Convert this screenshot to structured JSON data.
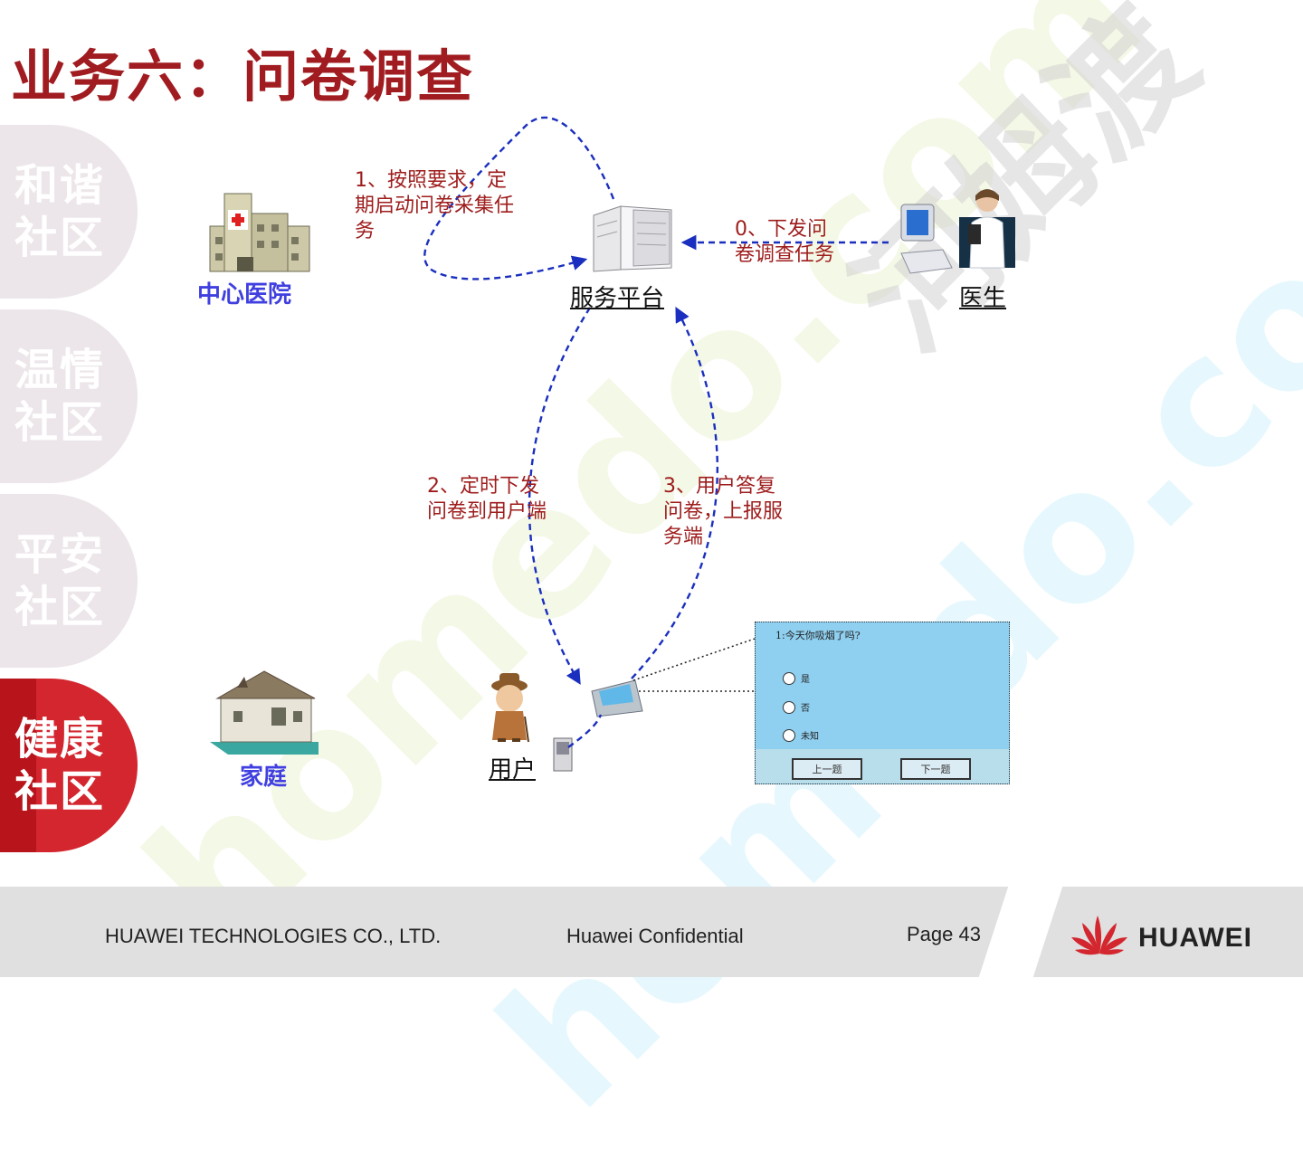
{
  "slide": {
    "title": "业务六：问卷调查",
    "page": "Page 43"
  },
  "sidebar": {
    "items": [
      {
        "label": "和谐\n社区",
        "active": false
      },
      {
        "label": "温情\n社区",
        "active": false
      },
      {
        "label": "平安\n社区",
        "active": false
      },
      {
        "label": "健康\n社区",
        "active": true
      }
    ]
  },
  "diagram": {
    "nodes": {
      "hospital": "中心医院",
      "platform": "服务平台",
      "doctor": "医生",
      "home": "家庭",
      "user": "用户"
    },
    "steps": {
      "step0": "0、下发问\n卷调查任务",
      "step1": "1、按照要求，定\n期启动问卷采集任\n务",
      "step2": "2、定时下发\n问卷到用户端",
      "step3": "3、用户答复\n问卷，上报服\n务端"
    }
  },
  "questionnaire": {
    "question": "1:今天你吸烟了吗?",
    "options": [
      "是",
      "否",
      "未知"
    ],
    "prev_button": "上一题",
    "next_button": "下一题"
  },
  "footer": {
    "company": "HUAWEI TECHNOLOGIES CO., LTD.",
    "confidential": "Huawei Confidential",
    "logo_text": "HUAWEI"
  },
  "watermark": "homedo.com",
  "colors": {
    "title": "#a01c20",
    "step_text": "#9e1c1c",
    "node_blue": "#4040e0",
    "arrow": "#1a2fbf",
    "active_tab": "#d3262e"
  }
}
